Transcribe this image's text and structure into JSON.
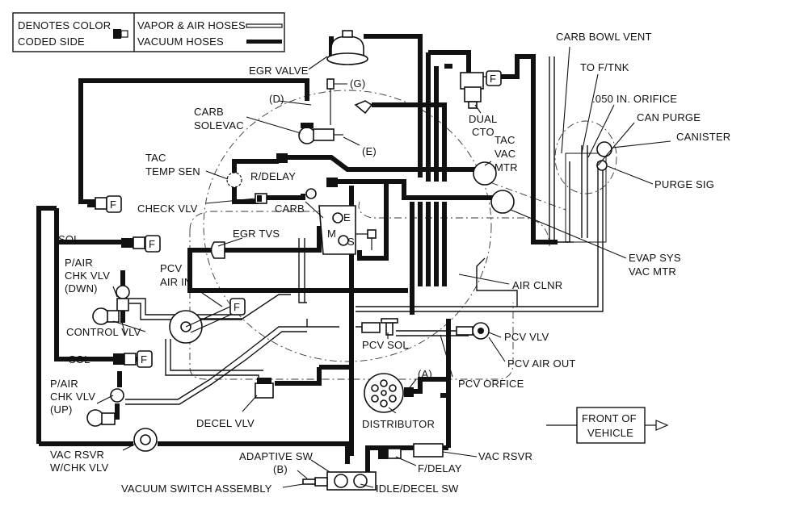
{
  "legend": {
    "color_coded": "DENOTES COLOR",
    "color_coded_2": "CODED SIDE",
    "vapor": "VAPOR & AIR HOSES",
    "vacuum": "VACUUM HOSES"
  },
  "labels": {
    "egr_valve": "EGR VALVE",
    "g": "(G)",
    "d": "(D)",
    "e": "(E)",
    "carb_solevac_1": "CARB",
    "carb_solevac_2": "SOLEVAC",
    "tac_temp_1": "TAC",
    "tac_temp_2": "TEMP SEN",
    "r_delay": "R/DELAY",
    "check_vlv": "CHECK VLV",
    "carb": "CARB",
    "sol_1": "SOL",
    "sol_2": "SOL",
    "egr_tvs": "EGR TVS",
    "p_air_dwn_1": "P/AIR",
    "p_air_dwn_2": "CHK VLV",
    "p_air_dwn_3": "(DWN)",
    "pcv_air_1": "PCV",
    "pcv_air_2": "AIR IN",
    "control_vlv": "CONTROL VLV",
    "p_air_up_1": "P/AIR",
    "p_air_up_2": "CHK VLV",
    "p_air_up_3": "(UP)",
    "decel_vlv": "DECEL VLV",
    "vac_rsvr_chk_1": "VAC RSVR",
    "vac_rsvr_chk_2": "W/CHK VLV",
    "adaptive_sw": "ADAPTIVE SW",
    "b": "(B)",
    "vacuum_switch": "VACUUM SWITCH ASSEMBLY",
    "idle_decel": "IDLE/DECEL SW",
    "f_delay": "F/DELAY",
    "vac_rsvr": "VAC RSVR",
    "distributor": "DISTRIBUTOR",
    "a": "(A)",
    "pcv_orfice": "PCV ORFICE",
    "pcv_air_out": "PCV AIR OUT",
    "pcv_sol": "PCV SOL",
    "pcv_vlv": "PCV VLV",
    "air_clnr": "AIR CLNR",
    "evap_1": "EVAP SYS",
    "evap_2": "VAC MTR",
    "tac_vac_1": "TAC",
    "tac_vac_2": "VAC",
    "tac_vac_3": "MTR",
    "dual_cto_1": "DUAL",
    "dual_cto_2": "CTO",
    "carb_bowl": "CARB BOWL VENT",
    "to_ftnk": "TO F/TNK",
    "orifice": ".050 IN. ORIFICE",
    "can_purge": "CAN PURGE",
    "canister": "CANISTER",
    "purge_sig": "PURGE SIG",
    "front_1": "FRONT OF",
    "front_2": "VEHICLE",
    "carb_e": "E",
    "carb_m": "M",
    "carb_s": "S",
    "f_mark": "F"
  }
}
